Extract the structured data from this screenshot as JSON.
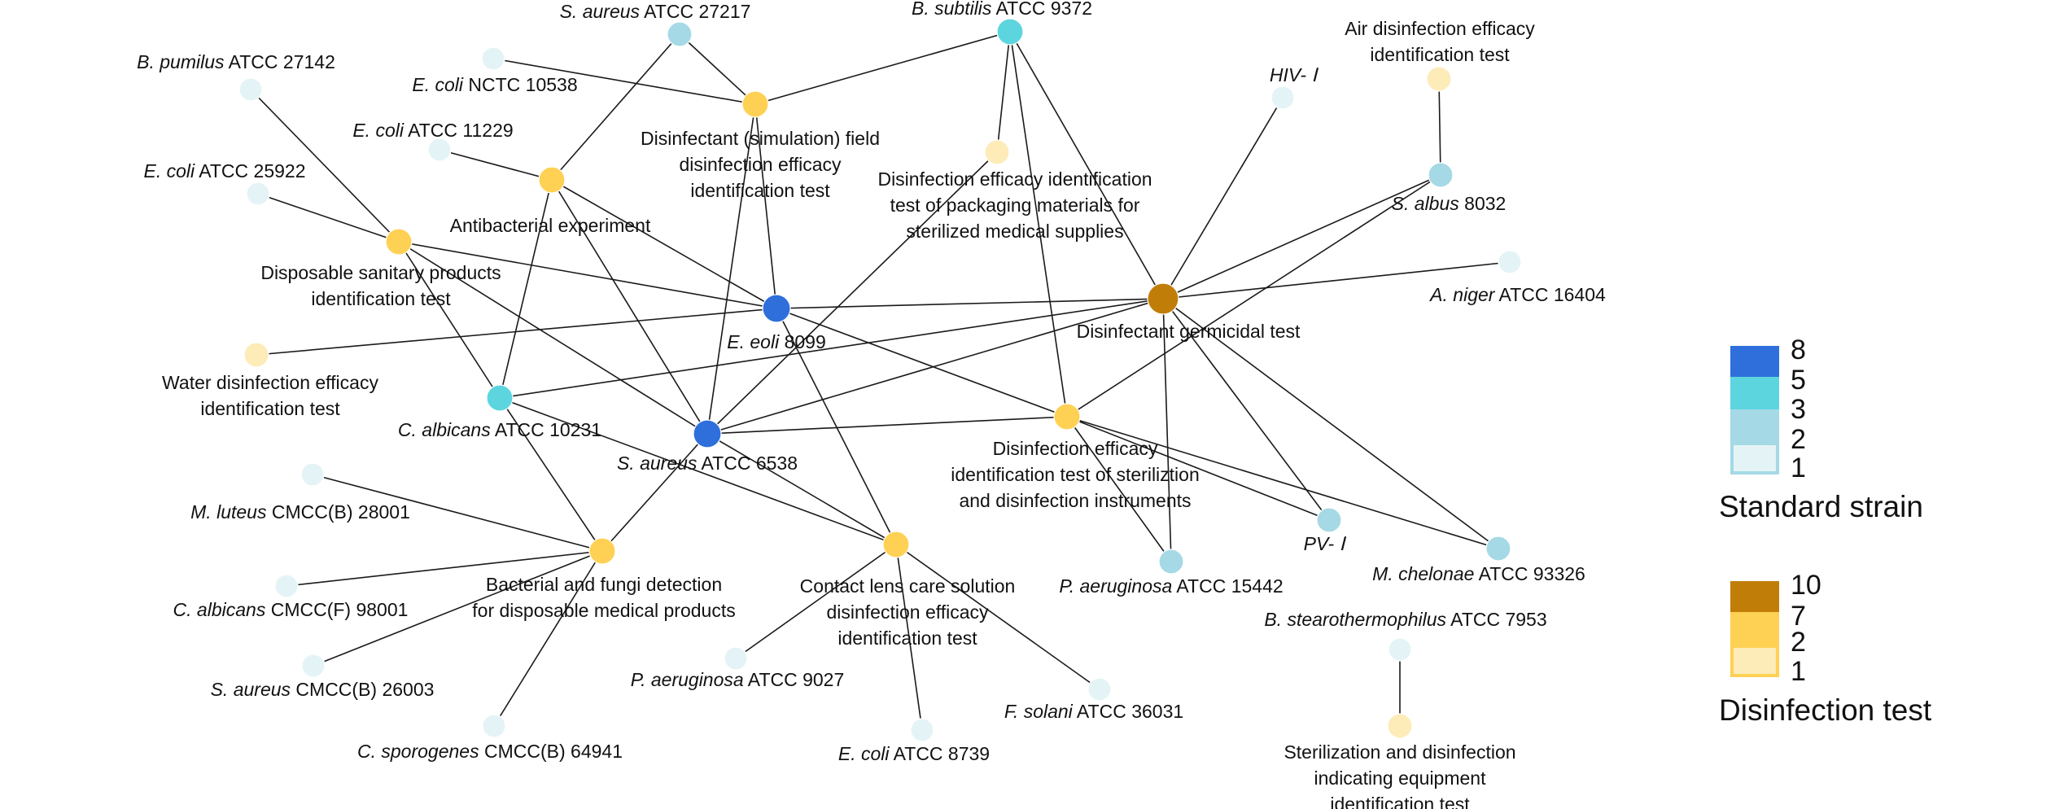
{
  "palette": {
    "strain": {
      "1": "#e4f4f6",
      "2": "#a5d9e6",
      "3": "#5cd5df",
      "5": "#5cd5df",
      "8": "#2e6fdc"
    },
    "test": {
      "1": "#fdebb8",
      "2": "#fed054",
      "7": "#fed054",
      "10": "#c07e09"
    }
  },
  "nodes": [
    {
      "id": "s_aur27217",
      "kind": "strain",
      "deg": 2,
      "lines": [
        [
          {
            "t": "S. aureus",
            "i": true
          },
          {
            "t": "  ATCC 27217"
          }
        ]
      ]
    },
    {
      "id": "b_sub9372",
      "kind": "strain",
      "deg": 3,
      "lines": [
        [
          {
            "t": "B. subtilis",
            "i": true
          },
          {
            "t": " ATCC 9372"
          }
        ]
      ]
    },
    {
      "id": "b_pum",
      "kind": "strain",
      "deg": 1,
      "lines": [
        [
          {
            "t": "B. pumilus",
            "i": true
          },
          {
            "t": " ATCC 27142"
          }
        ]
      ]
    },
    {
      "id": "e_col10538",
      "kind": "strain",
      "deg": 1,
      "lines": [
        [
          {
            "t": "E. coli",
            "i": true
          },
          {
            "t": " NCTC 10538"
          }
        ]
      ]
    },
    {
      "id": "e_col11229",
      "kind": "strain",
      "deg": 1,
      "lines": [
        [
          {
            "t": "E. coli",
            "i": true
          },
          {
            "t": " ATCC 11229"
          }
        ]
      ]
    },
    {
      "id": "e_col25922",
      "kind": "strain",
      "deg": 1,
      "lines": [
        [
          {
            "t": "E. coli",
            "i": true
          },
          {
            "t": "  ATCC 25922"
          }
        ]
      ]
    },
    {
      "id": "hiv",
      "kind": "strain",
      "deg": 1,
      "lines": [
        [
          {
            "t": "HIV- Ⅰ",
            "i": true
          }
        ]
      ]
    },
    {
      "id": "s_alb",
      "kind": "strain",
      "deg": 2,
      "lines": [
        [
          {
            "t": "S. albus",
            "i": true
          },
          {
            "t": " 8032"
          }
        ]
      ]
    },
    {
      "id": "a_nig",
      "kind": "strain",
      "deg": 1,
      "lines": [
        [
          {
            "t": "A. niger",
            "i": true
          },
          {
            "t": " ATCC 16404"
          }
        ]
      ]
    },
    {
      "id": "e_col8099",
      "kind": "strain",
      "deg": 8,
      "lines": [
        [
          {
            "t": "E. eoli",
            "i": true
          },
          {
            "t": " 8099"
          }
        ]
      ]
    },
    {
      "id": "c_alb10231",
      "kind": "strain",
      "deg": 5,
      "lines": [
        [
          {
            "t": "C. albicans",
            "i": true
          },
          {
            "t": " ATCC 10231"
          }
        ]
      ]
    },
    {
      "id": "s_aur6538",
      "kind": "strain",
      "deg": 8,
      "lines": [
        [
          {
            "t": "S. aureus",
            "i": true
          },
          {
            "t": " ATCC 6538"
          }
        ]
      ]
    },
    {
      "id": "m_lut",
      "kind": "strain",
      "deg": 1,
      "lines": [
        [
          {
            "t": "M. luteus",
            "i": true
          },
          {
            "t": " CMCC(B) 28001"
          }
        ]
      ]
    },
    {
      "id": "c_albF",
      "kind": "strain",
      "deg": 1,
      "lines": [
        [
          {
            "t": "C. albicans",
            "i": true
          },
          {
            "t": " CMCC(F) 98001"
          }
        ]
      ]
    },
    {
      "id": "s_aur26003",
      "kind": "strain",
      "deg": 1,
      "lines": [
        [
          {
            "t": "S. aureus",
            "i": true
          },
          {
            "t": " CMCC(B) 26003"
          }
        ]
      ]
    },
    {
      "id": "c_spo",
      "kind": "strain",
      "deg": 1,
      "lines": [
        [
          {
            "t": "C. sporogenes",
            "i": true
          },
          {
            "t": " CMCC(B) 64941"
          }
        ]
      ]
    },
    {
      "id": "p_aer9027",
      "kind": "strain",
      "deg": 1,
      "lines": [
        [
          {
            "t": "P. aeruginosa",
            "i": true
          },
          {
            "t": " ATCC 9027"
          }
        ]
      ]
    },
    {
      "id": "e_col8739",
      "kind": "strain",
      "deg": 1,
      "lines": [
        [
          {
            "t": "E. coli",
            "i": true
          },
          {
            "t": " ATCC 8739"
          }
        ]
      ]
    },
    {
      "id": "f_sol",
      "kind": "strain",
      "deg": 1,
      "lines": [
        [
          {
            "t": "F. solani",
            "i": true
          },
          {
            "t": " ATCC 36031"
          }
        ]
      ]
    },
    {
      "id": "p_aer15442",
      "kind": "strain",
      "deg": 2,
      "lines": [
        [
          {
            "t": "P. aeruginosa",
            "i": true
          },
          {
            "t": " ATCC 15442"
          }
        ]
      ]
    },
    {
      "id": "pv",
      "kind": "strain",
      "deg": 2,
      "lines": [
        [
          {
            "t": "PV- Ⅰ",
            "i": true
          }
        ]
      ]
    },
    {
      "id": "m_che",
      "kind": "strain",
      "deg": 2,
      "lines": [
        [
          {
            "t": "M. chelonae",
            "i": true
          },
          {
            "t": " ATCC 93326"
          }
        ]
      ]
    },
    {
      "id": "b_ste",
      "kind": "strain",
      "deg": 1,
      "lines": [
        [
          {
            "t": "B. stearothermophilus",
            "i": true
          },
          {
            "t": " ATCC 7953"
          }
        ]
      ]
    },
    {
      "id": "t_field",
      "kind": "test",
      "deg": 2,
      "lines": [
        [
          {
            "t": "Disinfectant (simulation) field"
          }
        ],
        [
          {
            "t": "disinfection efficacy"
          }
        ],
        [
          {
            "t": "identification test"
          }
        ]
      ]
    },
    {
      "id": "t_pack",
      "kind": "test",
      "deg": 1,
      "lines": [
        [
          {
            "t": "Disinfection efficacy identification"
          }
        ],
        [
          {
            "t": "test of packaging materials for"
          }
        ],
        [
          {
            "t": "sterilized medical supplies"
          }
        ]
      ]
    },
    {
      "id": "t_air",
      "kind": "test",
      "deg": 1,
      "lines": [
        [
          {
            "t": "Air disinfection efficacy"
          }
        ],
        [
          {
            "t": "identification test"
          }
        ]
      ]
    },
    {
      "id": "t_anti",
      "kind": "test",
      "deg": 2,
      "lines": [
        [
          {
            "t": "Antibacterial experiment"
          }
        ]
      ]
    },
    {
      "id": "t_dispo",
      "kind": "test",
      "deg": 2,
      "lines": [
        [
          {
            "t": "Disposable sanitary products"
          }
        ],
        [
          {
            "t": "identification test"
          }
        ]
      ]
    },
    {
      "id": "t_germ",
      "kind": "test",
      "deg": 10,
      "lines": [
        [
          {
            "t": "Disinfectant germicidal test"
          }
        ]
      ]
    },
    {
      "id": "t_water",
      "kind": "test",
      "deg": 1,
      "lines": [
        [
          {
            "t": "Water disinfection efficacy"
          }
        ],
        [
          {
            "t": "identification test"
          }
        ]
      ]
    },
    {
      "id": "t_instr",
      "kind": "test",
      "deg": 7,
      "lines": [
        [
          {
            "t": "Disinfection efficacy"
          }
        ],
        [
          {
            "t": "identification test of steriliztion"
          }
        ],
        [
          {
            "t": "and disinfection instruments"
          }
        ]
      ]
    },
    {
      "id": "t_bact",
      "kind": "test",
      "deg": 7,
      "lines": [
        [
          {
            "t": "Bacterial and fungi detection"
          }
        ],
        [
          {
            "t": "for disposable medical products"
          }
        ]
      ]
    },
    {
      "id": "t_lens",
      "kind": "test",
      "deg": 7,
      "lines": [
        [
          {
            "t": "Contact lens care solution"
          }
        ],
        [
          {
            "t": "disinfection efficacy"
          }
        ],
        [
          {
            "t": "identification test"
          }
        ]
      ]
    },
    {
      "id": "t_steril",
      "kind": "test",
      "deg": 1,
      "lines": [
        [
          {
            "t": "Sterilization and disinfection"
          }
        ],
        [
          {
            "t": "indicating equipment"
          }
        ],
        [
          {
            "t": "identification test"
          }
        ]
      ]
    }
  ],
  "edges": [
    [
      "e_col10538",
      "t_field"
    ],
    [
      "s_aur27217",
      "t_field"
    ],
    [
      "b_sub9372",
      "t_field"
    ],
    [
      "t_field",
      "e_col8099"
    ],
    [
      "t_field",
      "s_aur6538"
    ],
    [
      "s_aur27217",
      "t_anti"
    ],
    [
      "e_col11229",
      "t_anti"
    ],
    [
      "t_anti",
      "e_col8099"
    ],
    [
      "t_anti",
      "s_aur6538"
    ],
    [
      "t_anti",
      "c_alb10231"
    ],
    [
      "b_pum",
      "t_dispo"
    ],
    [
      "e_col25922",
      "t_dispo"
    ],
    [
      "t_dispo",
      "e_col8099"
    ],
    [
      "t_dispo",
      "s_aur6538"
    ],
    [
      "t_dispo",
      "c_alb10231"
    ],
    [
      "b_sub9372",
      "t_pack"
    ],
    [
      "t_pack",
      "s_aur6538"
    ],
    [
      "b_sub9372",
      "t_instr"
    ],
    [
      "b_sub9372",
      "t_germ"
    ],
    [
      "t_water",
      "e_col8099"
    ],
    [
      "e_col8099",
      "t_germ"
    ],
    [
      "e_col8099",
      "t_instr"
    ],
    [
      "e_col8099",
      "t_lens"
    ],
    [
      "s_aur6538",
      "t_germ"
    ],
    [
      "s_aur6538",
      "t_instr"
    ],
    [
      "s_aur6538",
      "t_lens"
    ],
    [
      "s_aur6538",
      "t_bact"
    ],
    [
      "c_alb10231",
      "t_germ"
    ],
    [
      "c_alb10231",
      "t_bact"
    ],
    [
      "c_alb10231",
      "t_lens"
    ],
    [
      "hiv",
      "t_germ"
    ],
    [
      "s_alb",
      "t_germ"
    ],
    [
      "s_alb",
      "t_instr"
    ],
    [
      "t_air",
      "s_alb"
    ],
    [
      "a_nig",
      "t_germ"
    ],
    [
      "t_germ",
      "p_aer15442"
    ],
    [
      "t_germ",
      "pv"
    ],
    [
      "t_germ",
      "m_che"
    ],
    [
      "t_instr",
      "p_aer15442"
    ],
    [
      "t_instr",
      "pv"
    ],
    [
      "t_instr",
      "m_che"
    ],
    [
      "m_lut",
      "t_bact"
    ],
    [
      "c_albF",
      "t_bact"
    ],
    [
      "s_aur26003",
      "t_bact"
    ],
    [
      "c_spo",
      "t_bact"
    ],
    [
      "t_lens",
      "p_aer9027"
    ],
    [
      "t_lens",
      "e_col8739"
    ],
    [
      "t_lens",
      "f_sol"
    ],
    [
      "b_ste",
      "t_steril"
    ]
  ],
  "legend": {
    "strain": {
      "title": "Standard strain",
      "values": [
        "8",
        "5",
        "3",
        "2",
        "1"
      ]
    },
    "test": {
      "title": "Disinfection test",
      "values": [
        "10",
        "7",
        "2",
        "1"
      ]
    }
  }
}
